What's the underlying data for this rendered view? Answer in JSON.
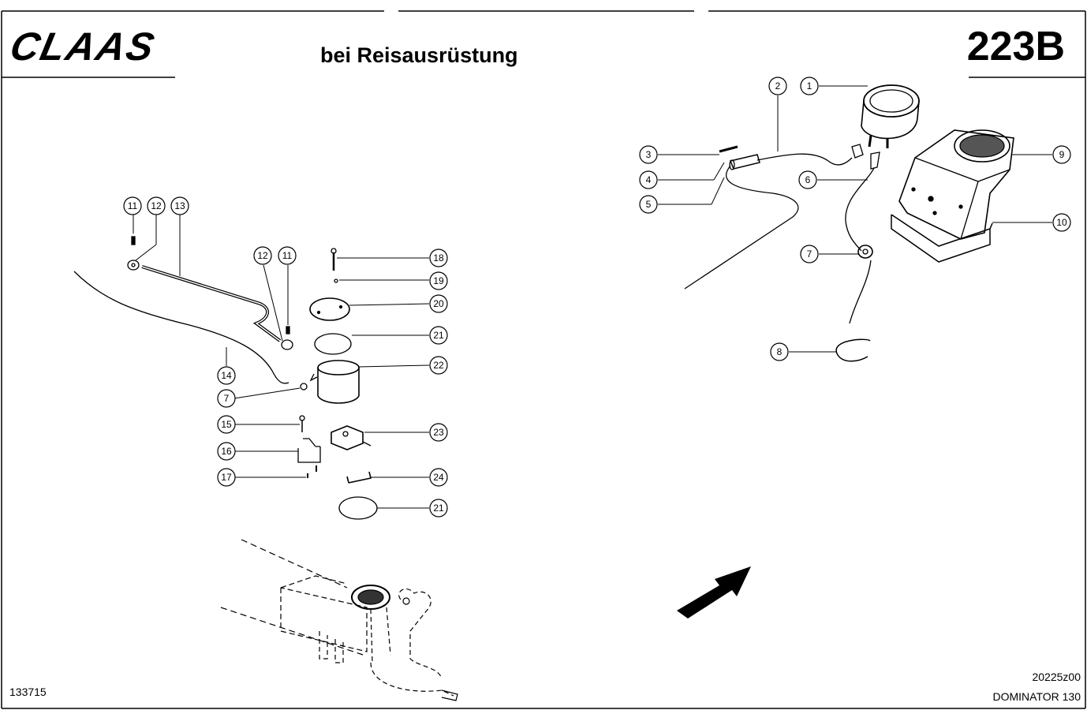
{
  "header": {
    "brand": "CLAAS",
    "title": "bei Reisausrüstung",
    "page_number": "223B"
  },
  "footer": {
    "document_number": "133715",
    "drawing_code": "20225z00",
    "model": "DOMINATOR 130"
  },
  "callouts": {
    "c1": "1",
    "c2": "2",
    "c3": "3",
    "c4": "4",
    "c5": "5",
    "c6": "6",
    "c7": "7",
    "c8": "8",
    "c9": "9",
    "c10": "10",
    "c11": "11",
    "c12": "12",
    "c13": "13",
    "c14": "14",
    "c15": "15",
    "c16": "16",
    "c17": "17",
    "c18": "18",
    "c19": "19",
    "c20": "20",
    "c21": "21",
    "c22": "22",
    "c23": "23",
    "c24": "24"
  }
}
